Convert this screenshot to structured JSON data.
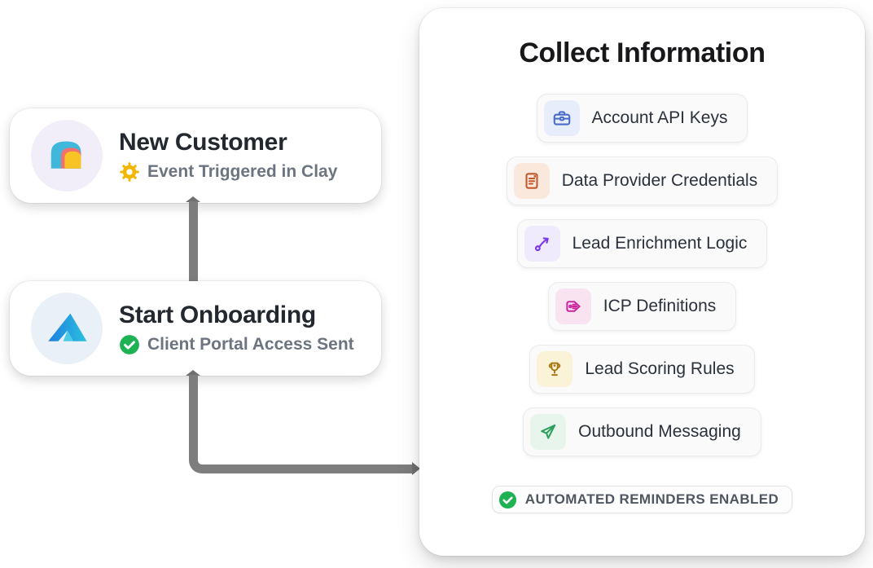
{
  "diagram_type": "workflow",
  "workflow": {
    "steps": [
      {
        "id": "new-customer",
        "title": "New Customer",
        "subtitle": "Event Triggered in Clay",
        "avatar": "clay-tunnel-logo",
        "status_icon": "gear-icon",
        "status_color": "#F2B705"
      },
      {
        "id": "start-onboarding",
        "title": "Start Onboarding",
        "subtitle": "Client Portal Access Sent",
        "avatar": "mountain-peak-logo",
        "status_icon": "check-circle-icon",
        "status_color": "#1FB255"
      }
    ],
    "connections": [
      {
        "from": "new-customer",
        "to": "start-onboarding",
        "style": "straight-vertical"
      },
      {
        "from": "start-onboarding",
        "to": "collect-information",
        "style": "elbow-right-arrow"
      }
    ],
    "connector_color": "#7D7D7D"
  },
  "panel": {
    "id": "collect-information",
    "title": "Collect Information",
    "items": [
      {
        "label": "Account API Keys",
        "icon": "briefcase-icon",
        "icon_color": "#4A6BC9",
        "tile_color": "#E7EDFA"
      },
      {
        "label": "Data Provider Credentials",
        "icon": "document-icon",
        "icon_color": "#C2592B",
        "tile_color": "#FBE8DC"
      },
      {
        "label": "Lead Enrichment Logic",
        "icon": "trend-arrow-icon",
        "icon_color": "#7C3AED",
        "tile_color": "#EFEAFC"
      },
      {
        "label": "ICP Definitions",
        "icon": "tag-icon",
        "icon_color": "#C9289E",
        "tile_color": "#F9E3F1"
      },
      {
        "label": "Lead Scoring Rules",
        "icon": "trophy-icon",
        "icon_color": "#A87715",
        "tile_color": "#FAF3D8"
      },
      {
        "label": "Outbound Messaging",
        "icon": "paper-plane-icon",
        "icon_color": "#2E9E5B",
        "tile_color": "#E7F5EC"
      }
    ],
    "badge": {
      "label": "AUTOMATED REMINDERS ENABLED",
      "icon": "check-circle-icon",
      "icon_color": "#1FB255"
    }
  },
  "colors": {
    "background": "#FFFFFF",
    "card_background": "#FFFFFF",
    "title_text": "#23272E",
    "subtitle_text": "#6C7480",
    "panel_title_text": "#18181B",
    "pill_background": "#FAFAFB",
    "pill_border": "#E9EAEC",
    "badge_text": "#4F565F",
    "connector": "#7D7D7D",
    "clay_blue": "#3FB8DB",
    "clay_red": "#F2706D",
    "clay_yellow": "#F7C325"
  }
}
